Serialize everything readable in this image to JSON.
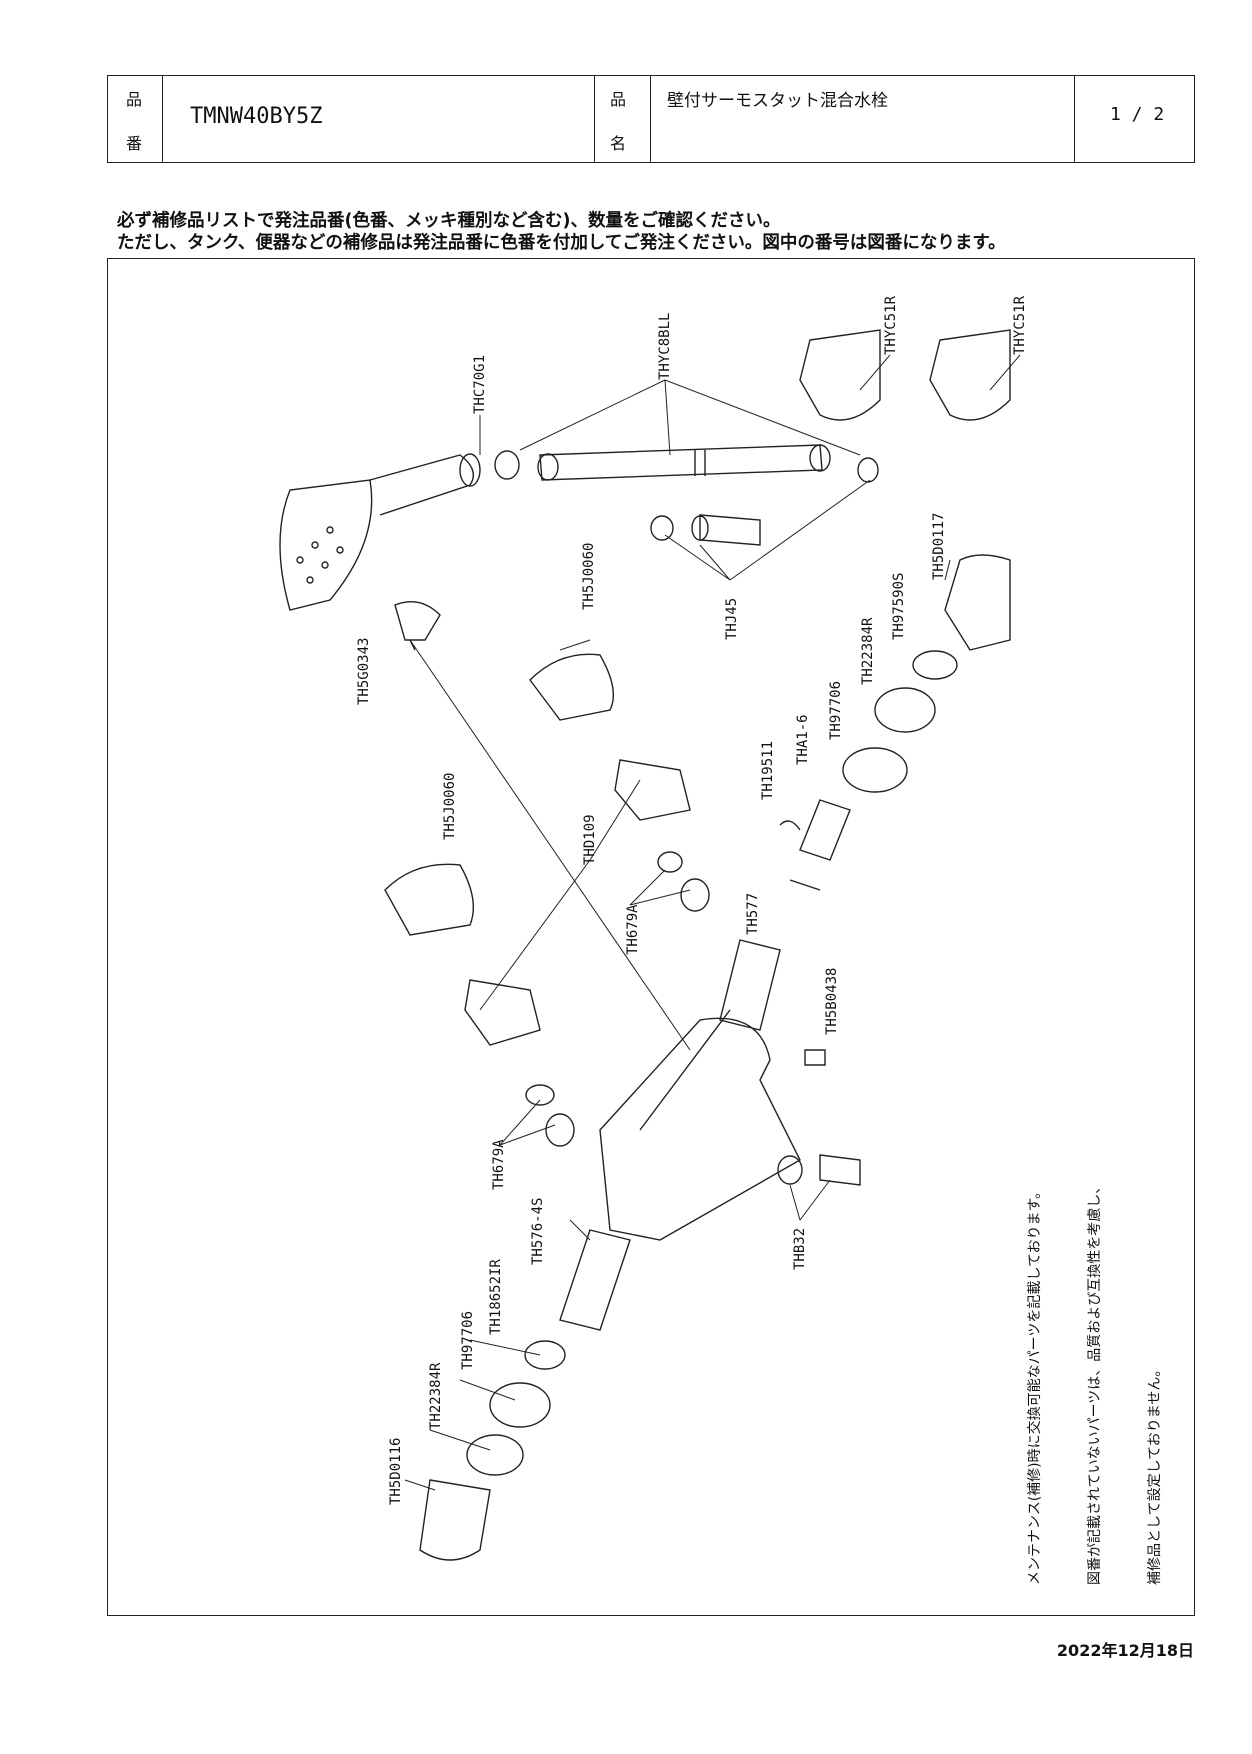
{
  "header": {
    "hinban_label_1": "品",
    "hinban_label_2": "番",
    "product_code": "TMNW40BY5Z",
    "hinmei_label_1": "品",
    "hinmei_label_2": "名",
    "product_name": "壁付サーモスタット混合水栓",
    "page": "1 / 2"
  },
  "notes": [
    "必ず補修品リストで発注品番(色番、メッキ種別など含む)、数量をご確認ください。",
    "ただし、タンク、便器などの補修品は発注品番に色番を付加してご発注ください。図中の番号は図番になります。"
  ],
  "parts": {
    "p01": "THC70G1",
    "p02": "THYC8BLL",
    "p03": "THYC51R",
    "p04": "THYC51R",
    "p05": "THJ45",
    "p06": "TH5D0117",
    "p07": "TH5G0343",
    "p08": "TH5J0060",
    "p09": "TH97590S",
    "p10": "TH22384R",
    "p11": "TH97706",
    "p12": "THA1-6",
    "p13": "TH19511",
    "p14": "TH5J0060",
    "p15": "THD109",
    "p16": "TH679A",
    "p17": "TH577",
    "p18": "TH5B0438",
    "p19": "TH679A",
    "p20": "TH576-4S",
    "p21": "TH18652IR",
    "p22": "TH97706",
    "p23": "TH22384R",
    "p24": "TH5D0116",
    "p25": "THB32"
  },
  "maintenance_note": [
    "メンテナンス(補修)時に交換可能なパーツを記載しております。",
    "図番が記載されていないパーツは、品質および互換性を考慮し、",
    "補修品として設定しておりません。"
  ],
  "date": "2022年12月18日"
}
